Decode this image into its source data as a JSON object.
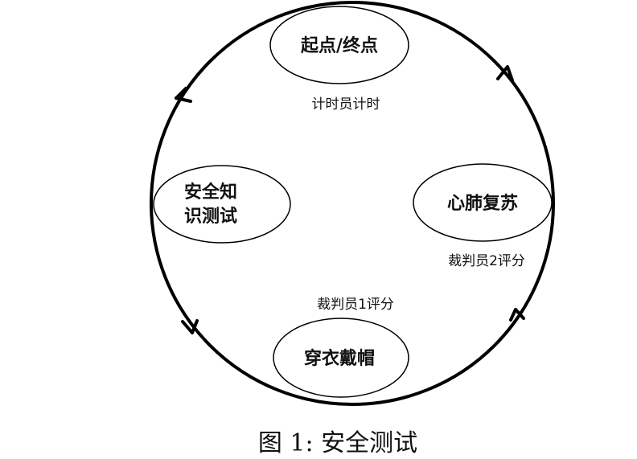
{
  "diagram": {
    "nodes": {
      "start_end": "起点/终点",
      "cpr": "心肺复苏",
      "dressing": "穿衣戴帽",
      "knowledge_line1": "安全知",
      "knowledge_line2": "识测试"
    },
    "labels": {
      "timer": "计时员计时",
      "judge2": "裁判员2评分",
      "judge1": "裁判员1评分"
    },
    "flow_direction": "counterclockwise"
  },
  "caption": "图 1: 安全测试"
}
